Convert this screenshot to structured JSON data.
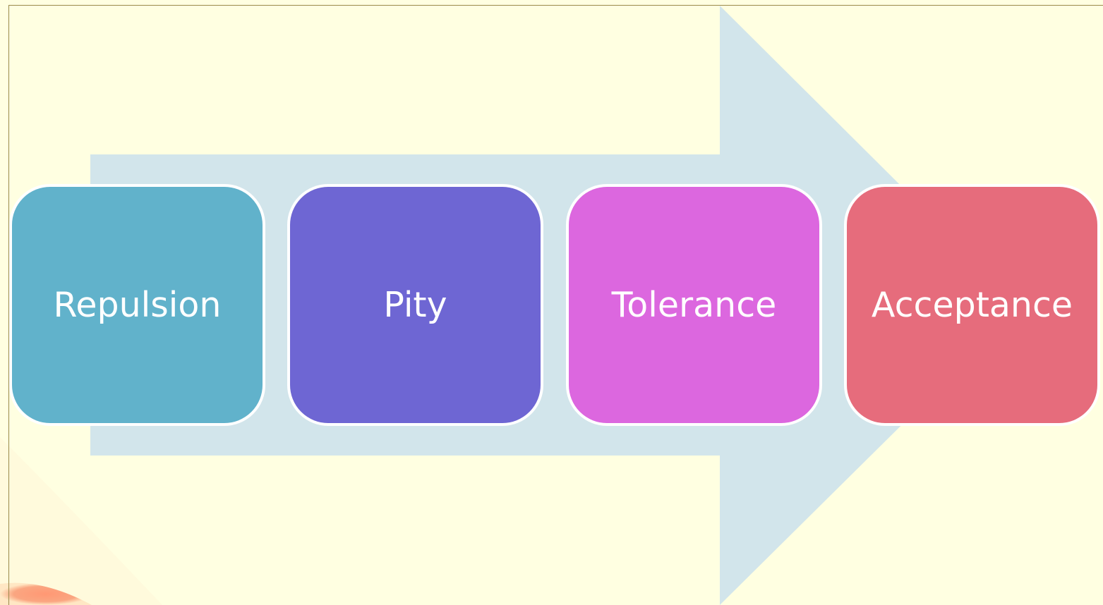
{
  "diagram": {
    "background_color": "#FFFFE1",
    "arrow_color": "#D2E5EB",
    "stages": [
      {
        "label": "Repulsion",
        "color": "#61B2CB"
      },
      {
        "label": "Pity",
        "color": "#6E66D3"
      },
      {
        "label": "Tolerance",
        "color": "#DC67DF"
      },
      {
        "label": "Acceptance",
        "color": "#E66C7C"
      }
    ]
  }
}
